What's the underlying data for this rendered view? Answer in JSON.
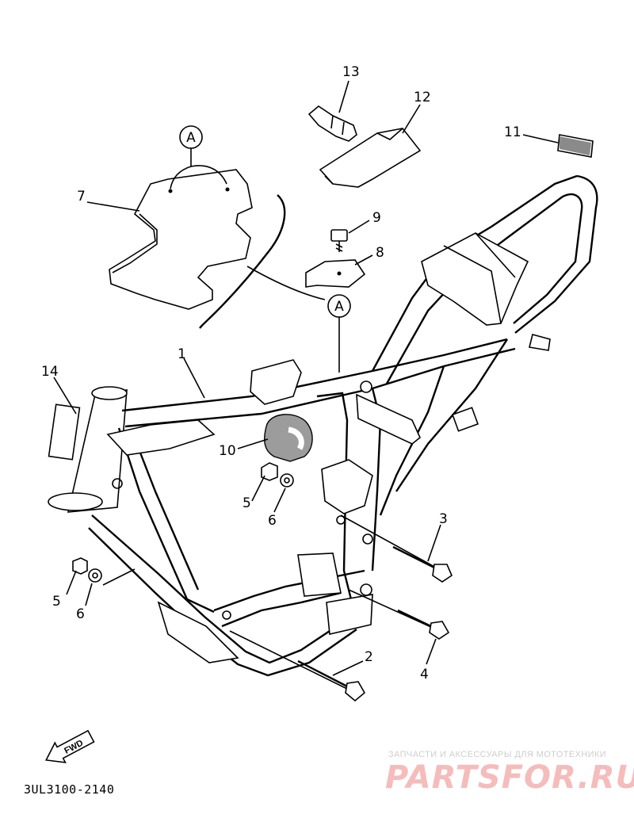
{
  "callouts": {
    "a_top": "A",
    "a_bottom": "A",
    "n1": "1",
    "n2": "2",
    "n3": "3",
    "n4": "4",
    "n5a": "5",
    "n5b": "5",
    "n6a": "6",
    "n6b": "6",
    "n7": "7",
    "n8": "8",
    "n9": "9",
    "n10": "10",
    "n11": "11",
    "n12": "12",
    "n13": "13",
    "n14": "14"
  },
  "fwd_label": "FWD",
  "diagram_code": "3UL3100-2140",
  "watermark": {
    "tagline": "ЗАПЧАСТИ И АКСЕССУАРЫ ДЛЯ МОТОТЕХНИКИ",
    "brand": "PARTSFOR.RU",
    "color": "#f4b5b5"
  }
}
